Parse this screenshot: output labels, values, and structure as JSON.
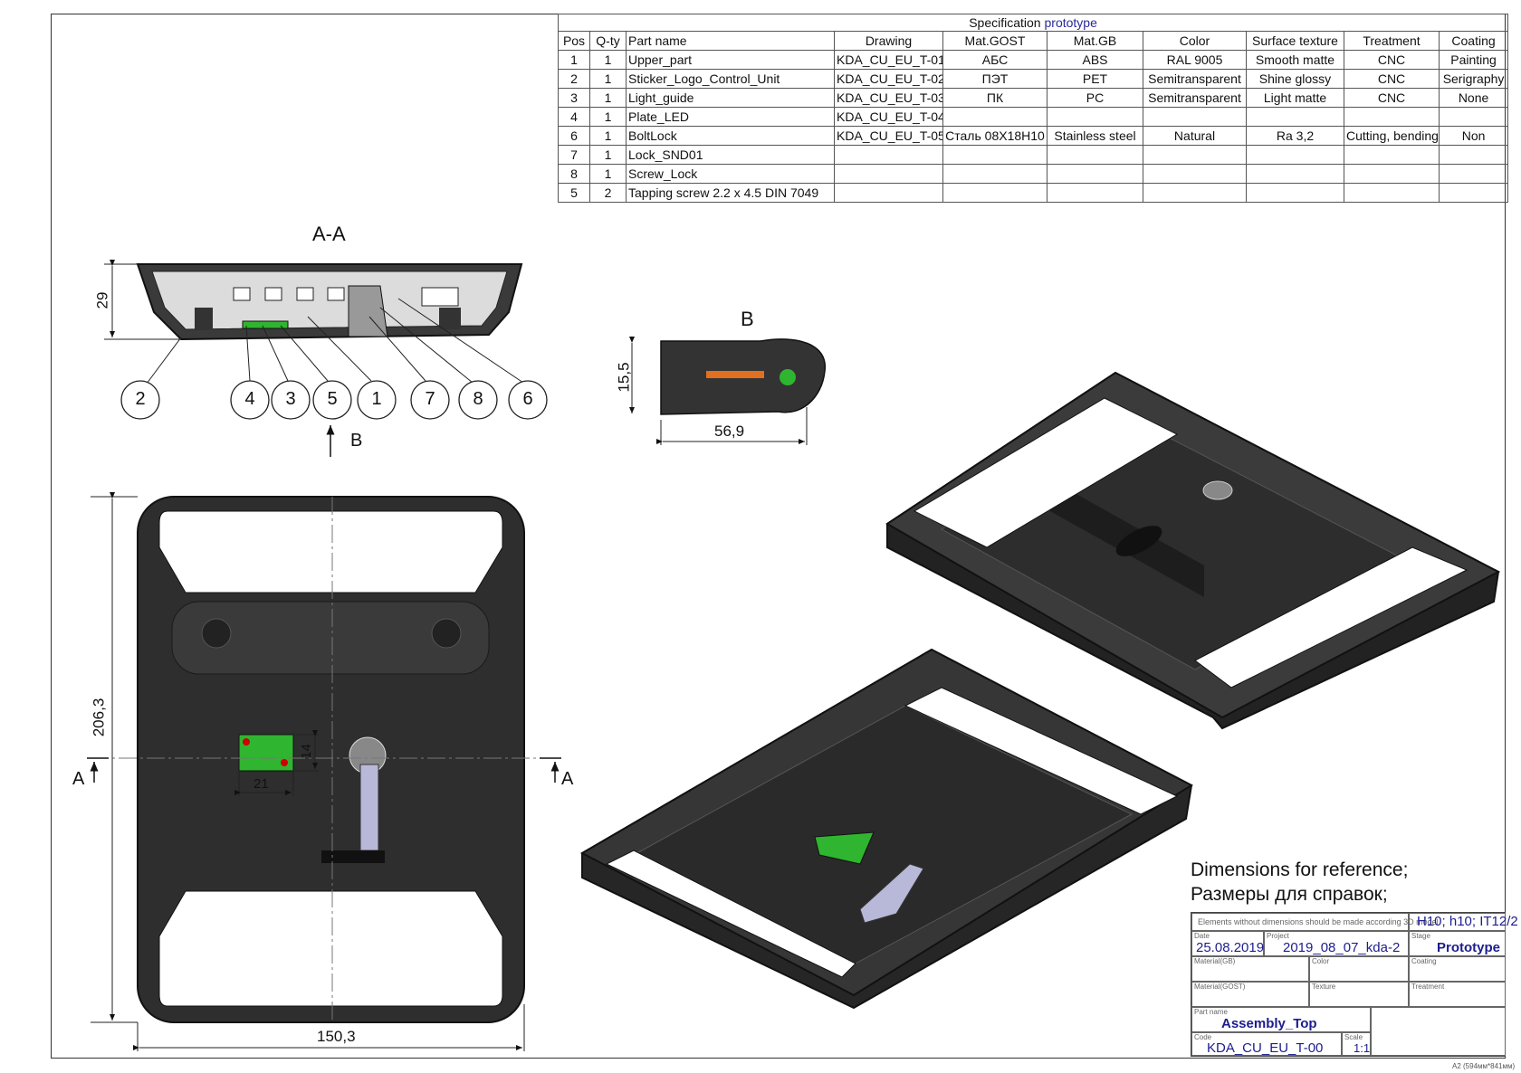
{
  "spec": {
    "title": "Specification",
    "title_stage": "prototype",
    "headers": [
      "Pos",
      "Q-ty",
      "Part name",
      "Drawing",
      "Mat.GOST",
      "Mat.GB",
      "Color",
      "Surface texture",
      "Treatment",
      "Coating"
    ],
    "rows": [
      [
        "1",
        "1",
        "Upper_part",
        "KDA_CU_EU_T-01",
        "АБС",
        "ABS",
        "RAL 9005",
        "Smooth matte",
        "CNC",
        "Painting"
      ],
      [
        "2",
        "1",
        "Sticker_Logo_Control_Unit",
        "KDA_CU_EU_T-02",
        "ПЭТ",
        "PET",
        "Semitransparent",
        "Shine glossy",
        "CNC",
        "Serigraphy"
      ],
      [
        "3",
        "1",
        "Light_guide",
        "KDA_CU_EU_T-03",
        "ПК",
        "PC",
        "Semitransparent",
        "Light matte",
        "CNC",
        "None"
      ],
      [
        "4",
        "1",
        "Plate_LED",
        "KDA_CU_EU_T-04",
        "",
        "",
        "",
        "",
        "",
        ""
      ],
      [
        "6",
        "1",
        "BoltLock",
        "KDA_CU_EU_T-05",
        "Сталь 08Х18Н10",
        "Stainless steel",
        "Natural",
        "Ra 3,2",
        "Cutting, bending",
        "Non"
      ],
      [
        "7",
        "1",
        "Lock_SND01",
        "",
        "",
        "",
        "",
        "",
        "",
        ""
      ],
      [
        "8",
        "1",
        "Screw_Lock",
        "",
        "",
        "",
        "",
        "",
        "",
        ""
      ],
      [
        "5",
        "2",
        "Tapping screw 2.2 x 4.5  DIN 7049",
        "",
        "",
        "",
        "",
        "",
        "",
        ""
      ]
    ]
  },
  "section": {
    "label": "A-A",
    "dim_height": "29",
    "callouts": [
      "2",
      "4",
      "3",
      "5",
      "1",
      "7",
      "8",
      "6"
    ],
    "view_arrow": "B"
  },
  "view_b": {
    "label": "B",
    "dim_height": "15,5",
    "dim_width": "56,9"
  },
  "plan": {
    "dim_height": "206,3",
    "dim_width": "150,3",
    "dim_led_h": "14",
    "dim_led_w": "21",
    "cut_left": "A",
    "cut_right": "A"
  },
  "notes": {
    "line1": "Dimensions for reference;",
    "line2": "Размеры для справок;"
  },
  "title_block": {
    "general_note": "Elements without dimensions should be made according 3D model",
    "tolerance": "H10; h10; IT12/2",
    "date_label": "Date",
    "date": "25.08.2019",
    "project_label": "Project",
    "project": "2019_08_07_kda-2",
    "stage_label": "Stage",
    "stage": "Prototype",
    "material_gb_label": "Material(GB)",
    "color_label": "Color",
    "coating_label": "Coating",
    "material_gost_label": "Material(GOST)",
    "texture_label": "Texture",
    "treatment_label": "Treatment",
    "part_name_label": "Part name",
    "part_name": "Assembly_Top",
    "code_label": "Code",
    "code": "KDA_CU_EU_T-00",
    "scale_label": "Scale",
    "scale": "1:1"
  },
  "sheet_format": "A2 (594мм*841мм)",
  "colors": {
    "body": "#2b2b2b",
    "edge": "#111111",
    "pcb": "#2fb52f",
    "logo": "#e07020",
    "accent_blue": "#2a2a9a"
  }
}
